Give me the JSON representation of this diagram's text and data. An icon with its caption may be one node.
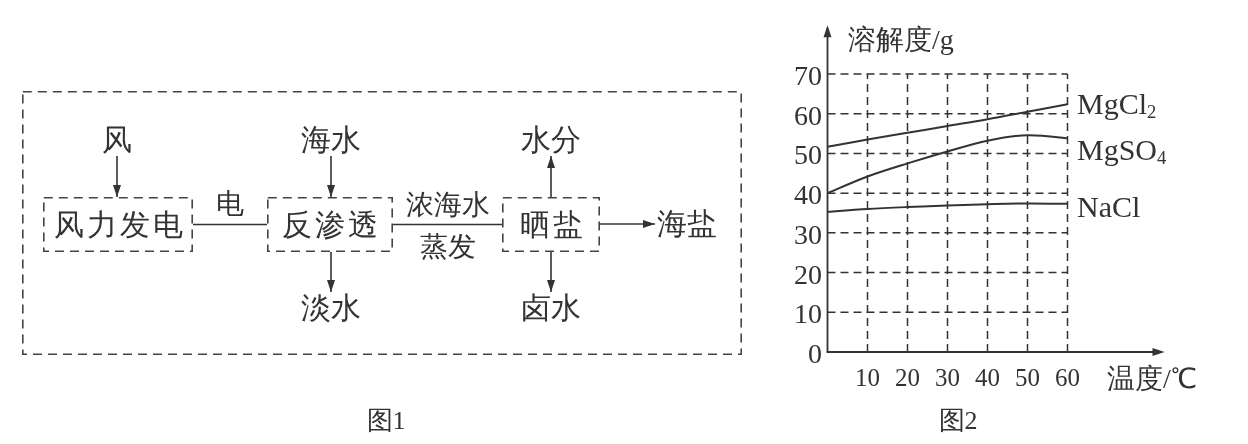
{
  "diagram": {
    "nodes": [
      {
        "text": [],
        "shape": "box"
      },
      {
        "text": [
          "风"
        ],
        "in": 0
      },
      {
        "text": [
          "海水"
        ],
        "in": 0
      },
      {
        "text": [
          "水分"
        ],
        "in": 0
      },
      {
        "text": [
          "风力发电"
        ],
        "in": 0
      },
      {
        "text": [
          "反渗透"
        ],
        "in": 0
      },
      {
        "text": [
          "晒盐"
        ],
        "in": 0
      },
      {
        "text": [
          "海盐"
        ],
        "in": 0
      },
      {
        "text": [
          "淡水"
        ],
        "in": 0
      },
      {
        "text": [
          "卤水"
        ],
        "in": 0
      }
    ],
    "edges": [
      {
        "from": 1,
        "to": 4,
        "arrow": "to"
      },
      {
        "from": 4,
        "to": 5,
        "arrow": "none",
        "label": "电"
      },
      {
        "from": 2,
        "to": 5,
        "arrow": "to"
      },
      {
        "from": 5,
        "to": 8,
        "arrow": "to"
      },
      {
        "from": 5,
        "to": 6,
        "arrow": "none",
        "label": "浓海水"
      },
      {
        "from": 6,
        "to": 3,
        "arrow": "to"
      },
      {
        "from": 6,
        "to": 9,
        "arrow": "to"
      },
      {
        "from": 6,
        "to": 7,
        "arrow": "to"
      }
    ],
    "labels": [
      "蒸发",
      "图1",
      "图2"
    ],
    "chart_data": {
      "type": "line",
      "xlabel": "温度/℃",
      "ylabel": "溶解度/g",
      "x": [
        0,
        10,
        20,
        30,
        40,
        50,
        60
      ],
      "series": [
        {
          "name": "MgCl$_{2}$",
          "values": [
            51.7,
            53.5,
            55.2,
            56.9,
            58.6,
            60.5,
            62.4
          ]
        },
        {
          "name": "MgSO$_{4}$",
          "values": [
            40,
            44.2,
            47.5,
            50.5,
            53.2,
            54.6,
            53.8
          ]
        },
        {
          "name": "NaCl",
          "values": [
            35.3,
            36.0,
            36.5,
            36.9,
            37.2,
            37.4,
            37.3
          ]
        }
      ],
      "xlim": [
        0,
        83.5
      ],
      "ylim": [
        0,
        81.5
      ],
      "xticks": [
        10,
        20,
        30,
        40,
        50,
        60
      ],
      "yticks": [
        0,
        10,
        20,
        30,
        40,
        50,
        60,
        70
      ],
      "grid": true
    }
  }
}
